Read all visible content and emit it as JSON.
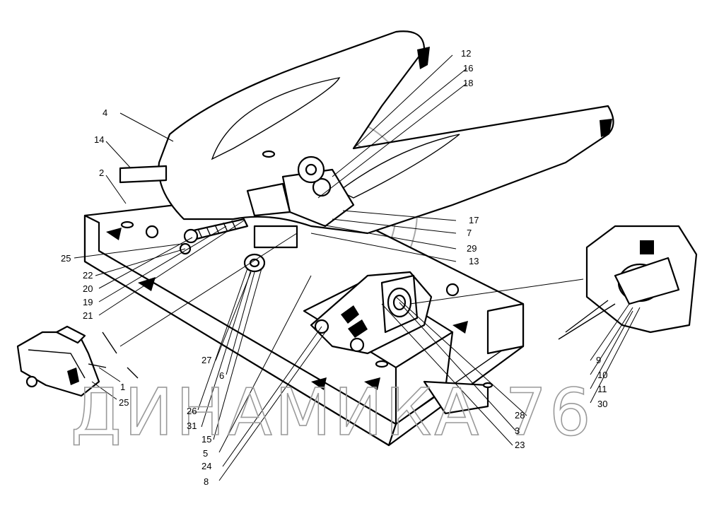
{
  "watermark": "ДИНАМИКА 76",
  "callouts": [
    {
      "id": "4",
      "text": "4"
    },
    {
      "id": "14",
      "text": "14"
    },
    {
      "id": "2",
      "text": "2"
    },
    {
      "id": "12",
      "text": "12"
    },
    {
      "id": "16",
      "text": "16"
    },
    {
      "id": "18",
      "text": "18"
    },
    {
      "id": "17",
      "text": "17"
    },
    {
      "id": "7",
      "text": "7"
    },
    {
      "id": "29",
      "text": "29"
    },
    {
      "id": "13",
      "text": "13"
    },
    {
      "id": "25a",
      "text": "25"
    },
    {
      "id": "22",
      "text": "22"
    },
    {
      "id": "20",
      "text": "20"
    },
    {
      "id": "19",
      "text": "19"
    },
    {
      "id": "21",
      "text": "21"
    },
    {
      "id": "27",
      "text": "27"
    },
    {
      "id": "6",
      "text": "6"
    },
    {
      "id": "26",
      "text": "26"
    },
    {
      "id": "31",
      "text": "31"
    },
    {
      "id": "15",
      "text": "15"
    },
    {
      "id": "5",
      "text": "5"
    },
    {
      "id": "24",
      "text": "24"
    },
    {
      "id": "8",
      "text": "8"
    },
    {
      "id": "1",
      "text": "1"
    },
    {
      "id": "25b",
      "text": "25"
    },
    {
      "id": "9",
      "text": "9"
    },
    {
      "id": "10",
      "text": "10"
    },
    {
      "id": "11",
      "text": "11"
    },
    {
      "id": "30",
      "text": "30"
    },
    {
      "id": "28",
      "text": "28"
    },
    {
      "id": "3",
      "text": "3"
    },
    {
      "id": "23",
      "text": "23"
    }
  ]
}
